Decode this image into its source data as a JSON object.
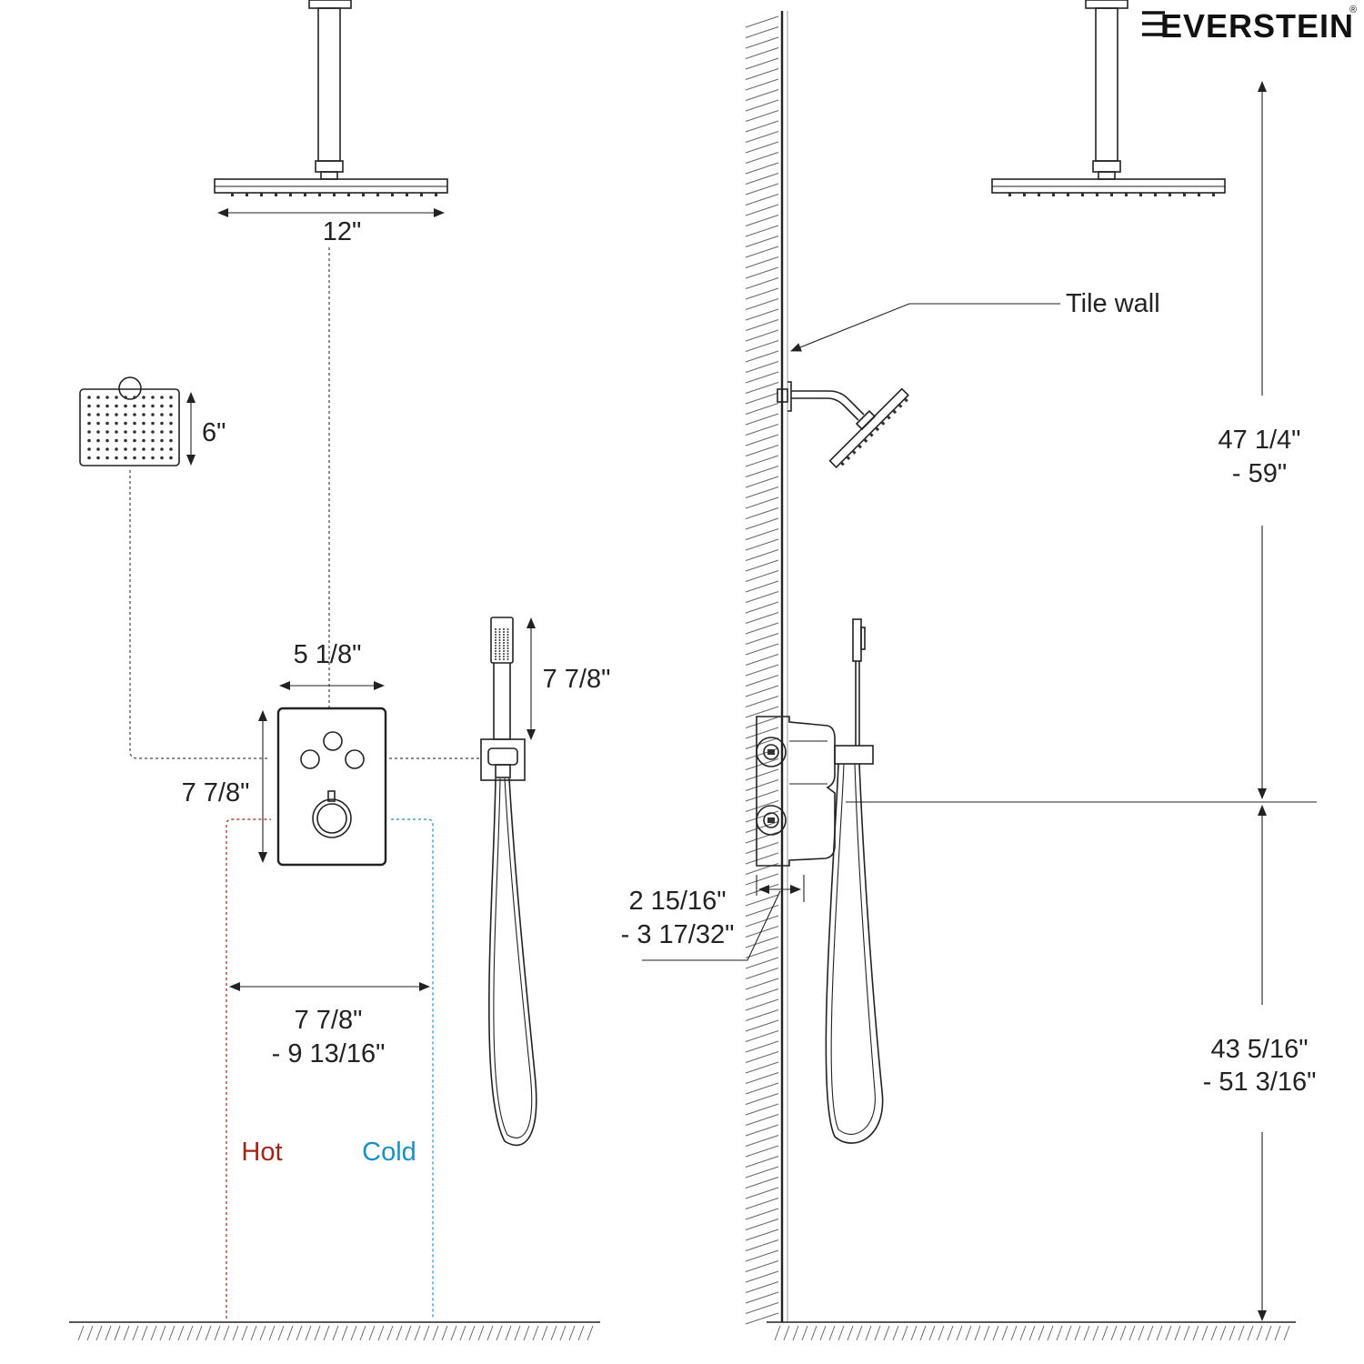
{
  "brand": {
    "name": "EVERSTEIN",
    "registered": "®"
  },
  "front_view": {
    "rain_head_width": "12\"",
    "hand_shower_size": "6\"",
    "valve_width": "5 1/8\"",
    "valve_height": "7 7/8\"",
    "handheld_height": "7 7/8\"",
    "supply_spacing_line1": "7 7/8\"",
    "supply_spacing_line2": "- 9 13/16\"",
    "hot_label": "Hot",
    "cold_label": "Cold"
  },
  "side_view": {
    "tile_wall_label": "Tile wall",
    "upper_height_line1": "47 1/4\"",
    "upper_height_line2": "- 59\"",
    "lower_height_line1": "43 5/16\"",
    "lower_height_line2": "- 51 3/16\"",
    "wall_depth_line1": "2 15/16\"",
    "wall_depth_line2": "- 3 17/32\""
  },
  "colors": {
    "line": "#222222",
    "hot": "#a02418",
    "cold": "#1a8fc4"
  },
  "icons": [
    "brand-e-icon",
    "rain-shower-head-icon",
    "square-shower-head-icon",
    "thermostatic-valve-icon",
    "handheld-shower-icon"
  ]
}
